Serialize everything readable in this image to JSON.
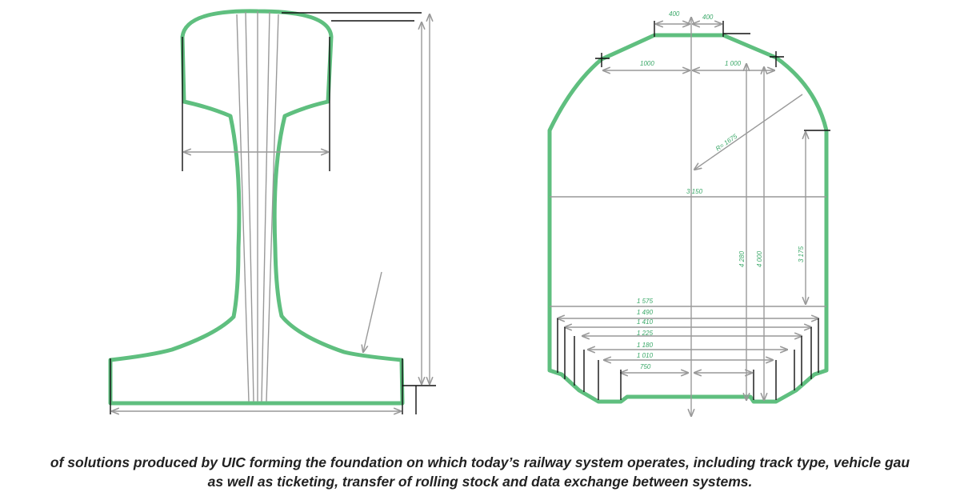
{
  "diagram": {
    "gauge_labels": {
      "top_left_width": "400",
      "top_right_width": "400",
      "upper_left_width": "1000",
      "upper_right_width": "1 000",
      "radius": "R= 1675",
      "full_width": "3 150",
      "height_4280": "4 280",
      "height_4000": "4 000",
      "height_3175": "3 175",
      "width_1575": "1 575",
      "width_1490": "1 490",
      "width_1410": "1 410",
      "width_1225": "1 225",
      "width_1180": "1 180",
      "width_1010": "1 010",
      "width_750": "750"
    },
    "colors": {
      "outline": "#5fbf7f",
      "dimension_line": "#999999",
      "extension_line": "#111111",
      "label": "#3aa868"
    }
  },
  "caption": {
    "line1": "of solutions produced by UIC forming the foundation on which today’s railway system operates, including track type, vehicle gau",
    "line2": "as well as ticketing, transfer of rolling stock and data exchange between systems."
  }
}
